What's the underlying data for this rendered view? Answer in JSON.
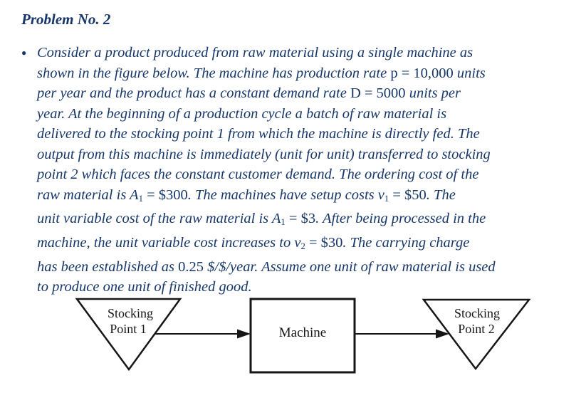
{
  "page": {
    "background_color": "#ffffff",
    "text_color": "#17376a",
    "diagram_color": "#161616"
  },
  "title": "Problem No. 2",
  "bullet_glyph": "●",
  "paragraph_lines": [
    [
      [
        "i",
        "Consider a product produced from raw material using a single machine as"
      ]
    ],
    [
      [
        "i",
        "shown in the figure below. The machine has production rate "
      ],
      [
        "r",
        "p = 10,000"
      ],
      [
        "i",
        " units"
      ]
    ],
    [
      [
        "i",
        "per year and the product has a constant demand rate "
      ],
      [
        "r",
        "D = 5000"
      ],
      [
        "i",
        " units per"
      ]
    ],
    [
      [
        "i",
        "year. At the beginning of a production cycle a batch of raw material is"
      ]
    ],
    [
      [
        "i",
        "delivered to the stocking point 1 from which the machine is directly fed. The"
      ]
    ],
    [
      [
        "i",
        "output from this machine is immediately (unit for unit) transferred to stocking"
      ]
    ],
    [
      [
        "i",
        "point 2 which faces the constant customer demand. The ordering cost of the"
      ]
    ],
    [
      [
        "i",
        "raw material is A"
      ],
      [
        "s",
        "1"
      ],
      [
        "r",
        " = $300"
      ],
      [
        "i",
        ". The machines have setup costs v"
      ],
      [
        "s",
        "1"
      ],
      [
        "r",
        " = $50"
      ],
      [
        "i",
        ". The"
      ]
    ],
    [
      [
        "i",
        "unit variable cost of the raw material is A"
      ],
      [
        "s",
        "1"
      ],
      [
        "r",
        " = $3"
      ],
      [
        "i",
        ". After being processed in the"
      ]
    ],
    [
      [
        "i",
        "machine, the unit variable cost increases to v"
      ],
      [
        "s",
        "2"
      ],
      [
        "r",
        " = $30"
      ],
      [
        "i",
        ". The carrying charge"
      ]
    ],
    [
      [
        "i",
        "has been established as "
      ],
      [
        "r",
        "0.25"
      ],
      [
        "i",
        " $/$/year. Assume one unit of raw material is used"
      ]
    ],
    [
      [
        "i",
        "to produce one unit of finished good."
      ]
    ]
  ],
  "diagram": {
    "stocking_point_1": {
      "line1": "Stocking",
      "line2": "Point 1"
    },
    "machine": {
      "label": "Machine"
    },
    "stocking_point_2": {
      "line1": "Stocking",
      "line2": "Point 2"
    }
  }
}
